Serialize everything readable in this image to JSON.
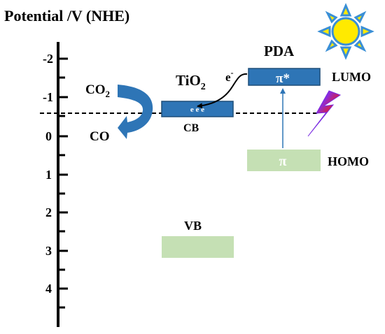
{
  "title": "Potential /V (NHE)",
  "axis_ticks": [
    "-2",
    "-1",
    "0",
    "1",
    "2",
    "3",
    "4"
  ],
  "tio2": {
    "name_base": "TiO",
    "name_sub": "2",
    "cb_label": "CB",
    "vb_label": "VB",
    "electrons": "e e e"
  },
  "pda": {
    "name": "PDA",
    "pi_star": "π*",
    "pi": "π",
    "lumo": "LUMO",
    "homo": "HOMO",
    "electron": "e",
    "electron_sup": "-"
  },
  "reaction": {
    "reactant_base": "CO",
    "reactant_sub": "2",
    "product": "CO"
  },
  "colors": {
    "cb_band": "#2e75b6",
    "vb_band": "#c5e0b4",
    "arrow_blue": "#2e75b6",
    "sun_fill": "#ffea00",
    "sun_rays": "#3a8fd6",
    "axis": "#000000"
  }
}
